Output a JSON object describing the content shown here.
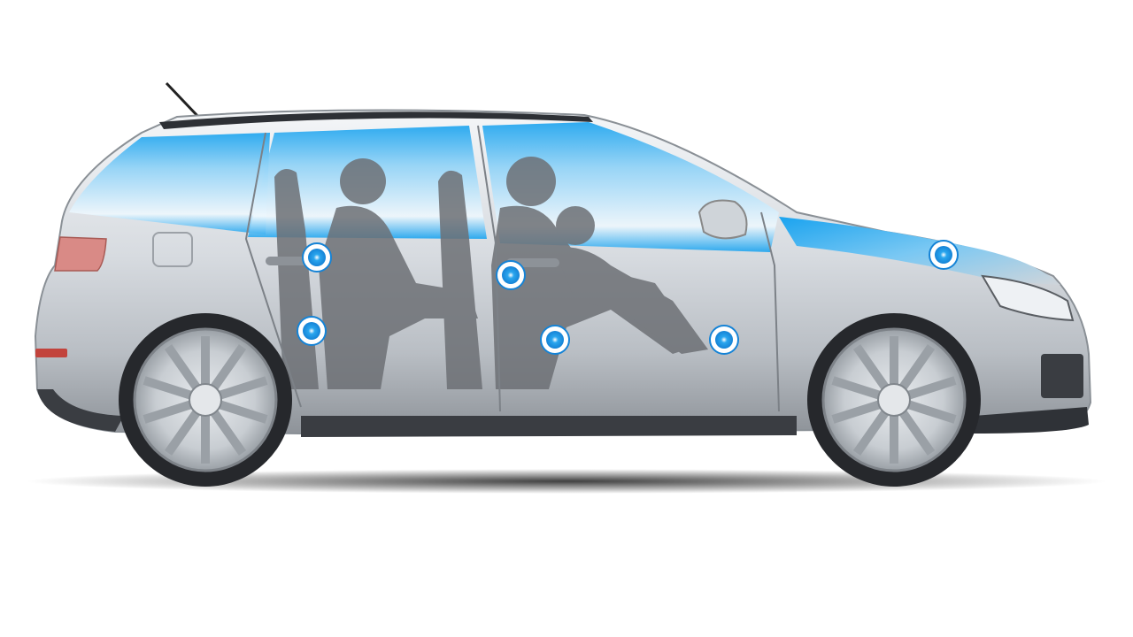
{
  "colors": {
    "background": "#ffffff",
    "body": "#d9dde2",
    "glass_glow": "#1aa3ef",
    "silhouette": "#6b6e72",
    "hotspot": "#1e9be8"
  },
  "hotspots": [
    {
      "id": "rear-door-handle"
    },
    {
      "id": "front-door-handle"
    },
    {
      "id": "rear-door-lower"
    },
    {
      "id": "center-floor"
    },
    {
      "id": "front-door-lower"
    },
    {
      "id": "hood"
    }
  ]
}
